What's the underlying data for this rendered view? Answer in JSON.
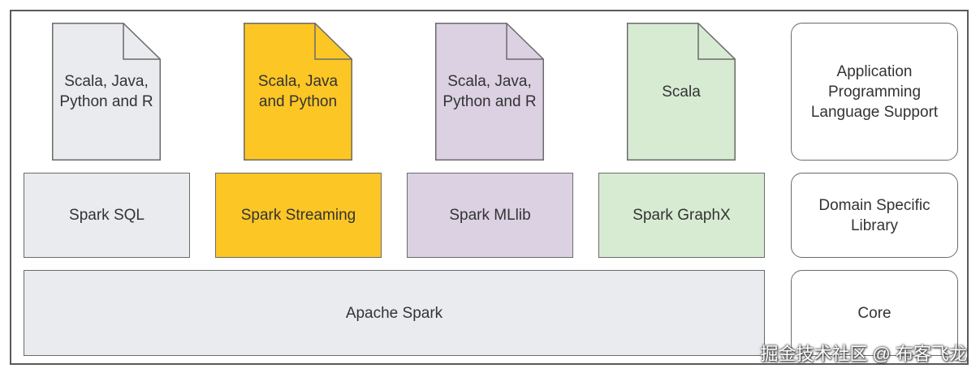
{
  "languages": [
    {
      "text": "Scala, Java,\nPython and R",
      "fill": "#e9ebee"
    },
    {
      "text": "Scala, Java\nand Python",
      "fill": "#fcc625"
    },
    {
      "text": "Scala, Java,\nPython and R",
      "fill": "#dbd1e3"
    },
    {
      "text": "Scala",
      "fill": "#d7ebd3"
    }
  ],
  "libraries": [
    {
      "text": "Spark SQL"
    },
    {
      "text": "Spark Streaming"
    },
    {
      "text": "Spark MLlib"
    },
    {
      "text": "Spark GraphX"
    }
  ],
  "core": {
    "text": "Apache Spark"
  },
  "legend": {
    "api": "Application\nProgramming\nLanguage Support",
    "dsl": "Domain Specific\nLibrary",
    "core": "Core"
  },
  "watermark": "掘金技术社区 @ 布客飞龙"
}
